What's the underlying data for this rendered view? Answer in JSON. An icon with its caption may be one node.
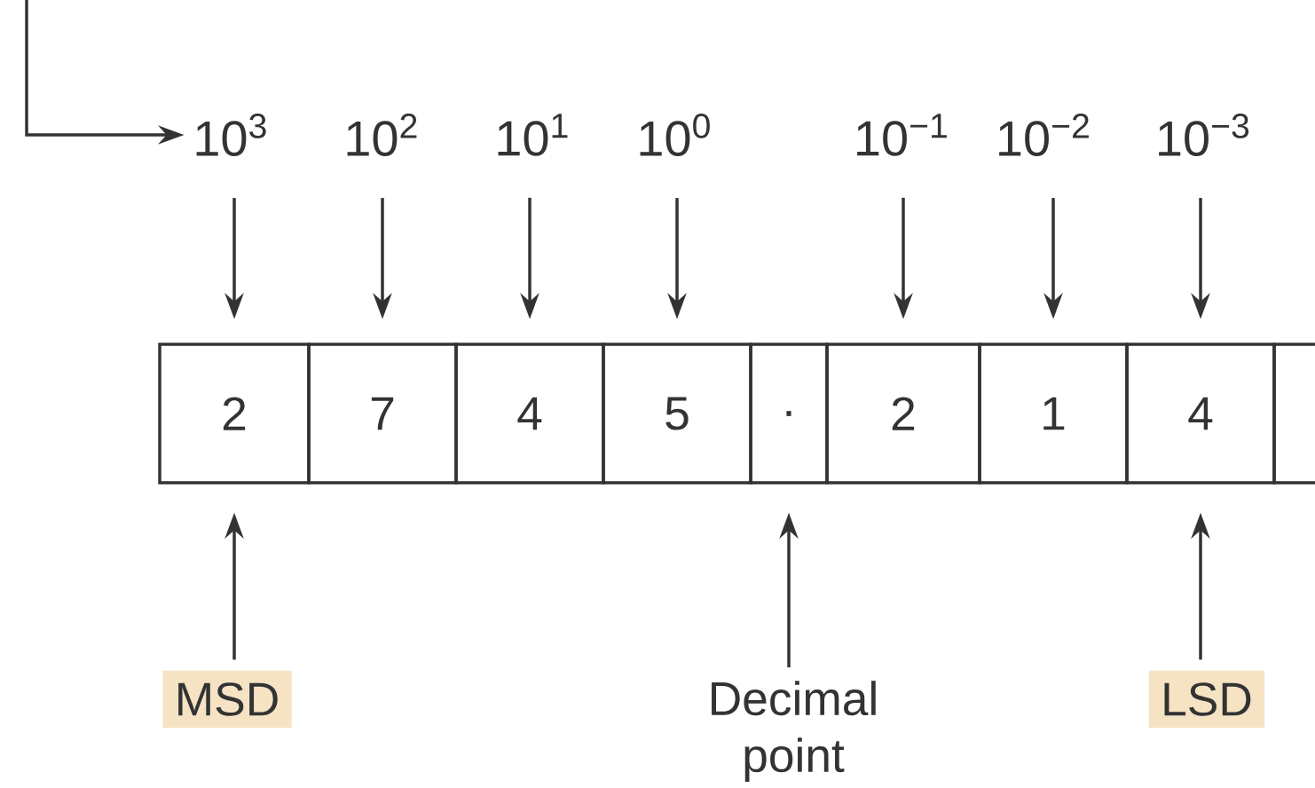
{
  "diagram": {
    "nodes": [
      {
        "text": [
          "10$^{3}$"
        ]
      },
      {
        "text": [
          "10$^{2}$"
        ]
      },
      {
        "text": [
          "10$^{1}$"
        ]
      },
      {
        "text": [
          "10$^{0}$"
        ]
      },
      {
        "text": [
          "10$^{−1}$"
        ]
      },
      {
        "text": [
          "10$^{−2}$"
        ]
      },
      {
        "text": [
          "10$^{−3}$"
        ]
      },
      {
        "text": [
          "2"
        ]
      },
      {
        "text": [
          "7"
        ]
      },
      {
        "text": [
          "4"
        ]
      },
      {
        "text": [
          "5"
        ]
      },
      {
        "text": [
          "."
        ]
      },
      {
        "text": [
          "2"
        ]
      },
      {
        "text": [
          "1"
        ]
      },
      {
        "text": [
          "4"
        ]
      },
      {
        "text": [],
        "shape": "box"
      },
      {
        "text": [
          "MSD"
        ]
      },
      {
        "text": [
          "Decimal point"
        ]
      },
      {
        "text": [
          "LSD"
        ]
      }
    ],
    "edges": [
      {
        "from": null,
        "to": 0,
        "arrow": "to"
      },
      {
        "from": 0,
        "to": 7,
        "arrow": "to"
      },
      {
        "from": 1,
        "to": 8,
        "arrow": "to"
      },
      {
        "from": 2,
        "to": 9,
        "arrow": "to"
      },
      {
        "from": 3,
        "to": 10,
        "arrow": "to"
      },
      {
        "from": 4,
        "to": 12,
        "arrow": "to"
      },
      {
        "from": 5,
        "to": 13,
        "arrow": "to"
      },
      {
        "from": 6,
        "to": 14,
        "arrow": "to"
      },
      {
        "from": 16,
        "to": 7,
        "arrow": "to"
      },
      {
        "from": 17,
        "to": 11,
        "arrow": "to"
      },
      {
        "from": 18,
        "to": 14,
        "arrow": "to"
      }
    ]
  }
}
